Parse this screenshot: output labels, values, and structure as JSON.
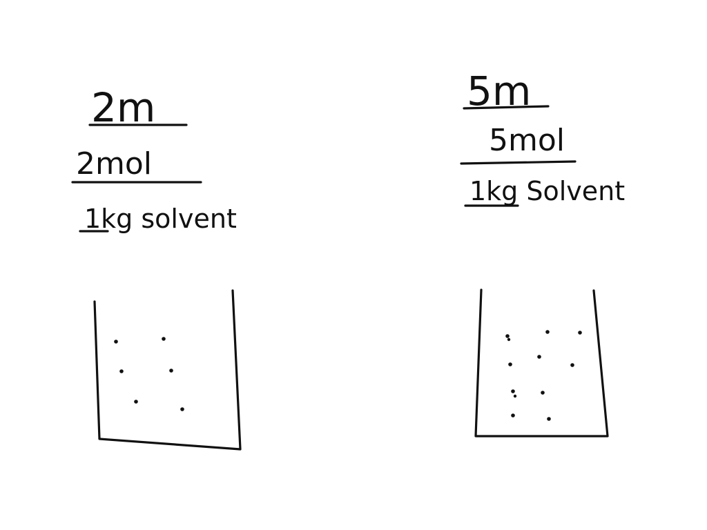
{
  "left_example": {
    "molality": "2m",
    "numerator": "2mol",
    "denominator": "1kg solvent",
    "particles_count": 6
  },
  "right_example": {
    "molality": "5m",
    "numerator": "5mol",
    "denominator": "1kg Solvent",
    "particles_count": 12
  },
  "colors": {
    "ink": "#111111",
    "background": "#ffffff"
  }
}
